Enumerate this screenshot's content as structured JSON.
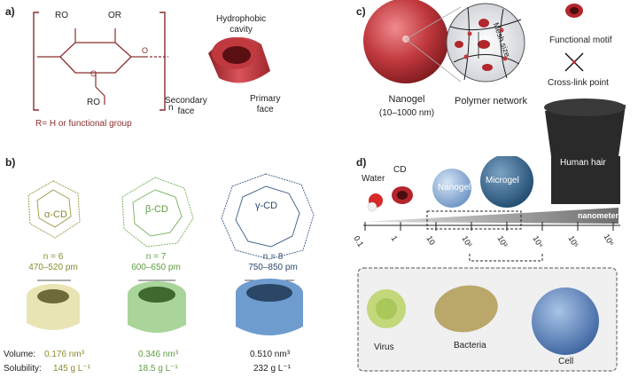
{
  "panels": {
    "a": "a)",
    "b": "b)",
    "c": "c)",
    "d": "d)"
  },
  "panel_a": {
    "ro_left": "RO",
    "or_right": "OR",
    "ro_bottom": "RO",
    "subscript_n": "n",
    "r_definition": "R= H or functional group",
    "hydrophobic_cavity": "Hydrophobic\ncavity",
    "secondary_face": "Secondary\nface",
    "primary_face": "Primary\nface",
    "cone_color": "#c0393e"
  },
  "panel_b": {
    "cds": [
      {
        "name": "α-CD",
        "n": "n = 6",
        "size": "470–520 pm",
        "volume": "0.176 nm³",
        "solubility": "145 g L⁻¹",
        "color": "#e9e4b4"
      },
      {
        "name": "β-CD",
        "n": "n = 7",
        "size": "600–650 pm",
        "volume": "0.346 nm³",
        "solubility": "18.5 g L⁻¹",
        "color": "#a9d59a"
      },
      {
        "name": "γ-CD",
        "n": "n = 8",
        "size": "750–850 pm",
        "volume": "0.510 nm³",
        "solubility": "232 g L⁻¹",
        "color": "#6f9ccf"
      }
    ],
    "volume_label": "Volume:",
    "solubility_label": "Solubility:"
  },
  "panel_c": {
    "nanogel": "Nanogel",
    "nanogel_range": "(10–1000 nm)",
    "polymer_network": "Polymer network",
    "mesh_size": "Mesh size",
    "functional_motif": "Functional motif",
    "crosslink_point": "Cross-link point",
    "sphere_color": "#c0393e"
  },
  "panel_d": {
    "water": "Water",
    "cd": "CD",
    "nanogel": "Nanogel",
    "microgel": "Microgel",
    "human_hair": "Human hair",
    "nanometer": "nanometer",
    "ticks": [
      "0.1",
      "1",
      "10",
      "10²",
      "10³",
      "10⁴",
      "10⁵",
      "10⁶"
    ],
    "virus": "Virus",
    "bacteria": "Bacteria",
    "cell": "Cell",
    "nanogel_color": "#8fb3da",
    "microgel_color": "#3a6b93",
    "cell_color": "#5a86bf"
  }
}
